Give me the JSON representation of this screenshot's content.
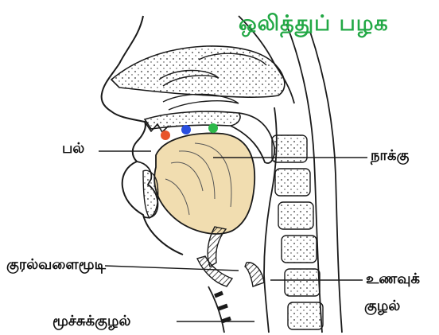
{
  "title": "ஒலித்துப் பழக",
  "labels": {
    "teeth": "பல்",
    "tongue": "நாக்கு",
    "epiglottis": "குரல்வளைமூடி",
    "esophagus_line1": "உணவுக்",
    "esophagus_line2": "குழல்",
    "trachea": "மூச்சுக்குழல்"
  },
  "markers": [
    {
      "name": "red-dot",
      "color": "#e8542a"
    },
    {
      "name": "blue-dot",
      "color": "#2a4fe0"
    },
    {
      "name": "green-dot",
      "color": "#2db84a"
    }
  ],
  "colors": {
    "title": "#22a845",
    "tongue_fill": "#f1ddb0",
    "outline": "#1a1a1a"
  }
}
